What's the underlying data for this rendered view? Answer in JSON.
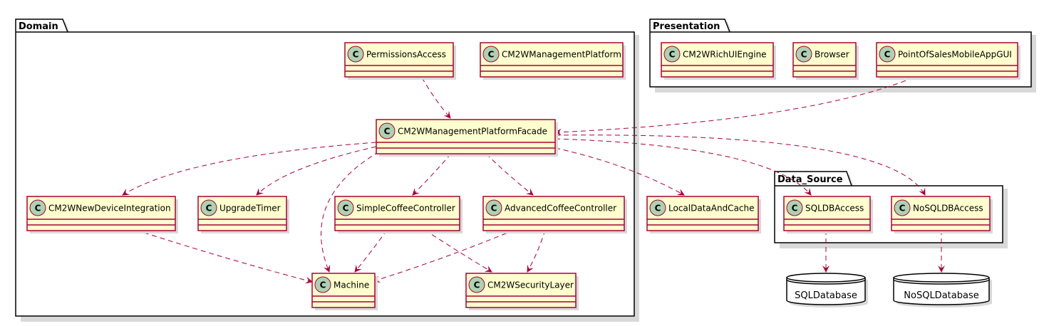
{
  "packages": {
    "domain": {
      "title": "Domain"
    },
    "presentation": {
      "title": "Presentation"
    },
    "data_source": {
      "title": "Data_Source"
    }
  },
  "stereotype_letter": "C",
  "classes": {
    "permissions_access": "PermissionsAccess",
    "management_platform": "CM2WManagementPlatform",
    "platform_facade": "CM2WManagementPlatformFacade",
    "new_device_integration": "CM2WNewDeviceIntegration",
    "upgrade_timer": "UpgradeTimer",
    "simple_coffee_controller": "SimpleCoffeeController",
    "advanced_coffee_controller": "AdvancedCoffeeController",
    "machine": "Machine",
    "security_layer": "CM2WSecurityLayer",
    "local_data_and_cache": "LocalDataAndCache",
    "rich_ui_engine": "CM2WRichUIEngine",
    "browser": "Browser",
    "pos_mobile_app_gui": "PointOfSalesMobileAppGUI",
    "sqldb_access": "SQLDBAccess",
    "nosqldb_access": "NoSQLDBAccess"
  },
  "databases": {
    "sql": "SQLDatabase",
    "nosql": "NoSQLDatabase"
  },
  "colors": {
    "class_fill": "#FEFECE",
    "class_border": "#A80036",
    "stereotype_circle": "#ADD1B2",
    "edge": "#A80036",
    "shadow": "#D9D9D9"
  }
}
